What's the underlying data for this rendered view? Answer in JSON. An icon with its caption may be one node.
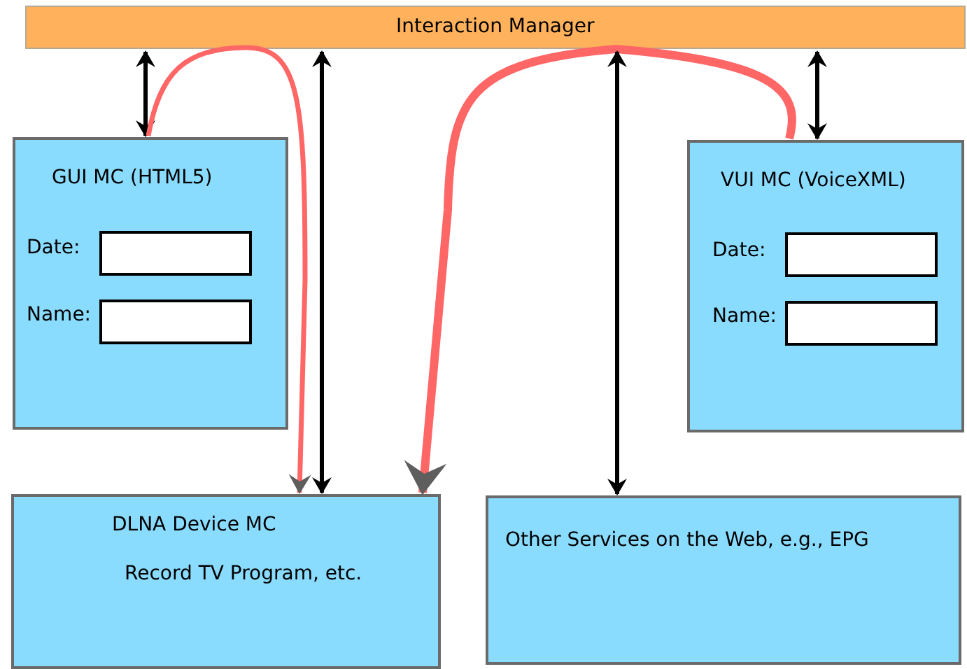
{
  "diagram": {
    "nodes": [
      {
        "text": [
          "Interaction Manager"
        ]
      },
      {
        "text": [
          "GUI MC (HTML5)",
          "Date:",
          "Name:"
        ]
      },
      {
        "text": [
          "VUI MC (VoiceXML)",
          "Date:",
          "Name:"
        ]
      },
      {
        "text": [
          "DLNA Device MC",
          "Record TV Program, etc."
        ]
      },
      {
        "text": [
          "Other Services on the Web, e.g., EPG"
        ]
      }
    ],
    "edges": [
      {
        "from": 0,
        "to": 1,
        "arrow": "both"
      },
      {
        "from": 1,
        "to": 3,
        "arrow": "to",
        "color": "#ff6666"
      },
      {
        "from": 0,
        "to": 3,
        "arrow": "both"
      },
      {
        "from": 2,
        "to": 3,
        "arrow": "to",
        "style": "thick",
        "color": "#ff6666"
      },
      {
        "from": 0,
        "to": 4,
        "arrow": "both"
      },
      {
        "from": 0,
        "to": 2,
        "arrow": "both"
      }
    ]
  }
}
